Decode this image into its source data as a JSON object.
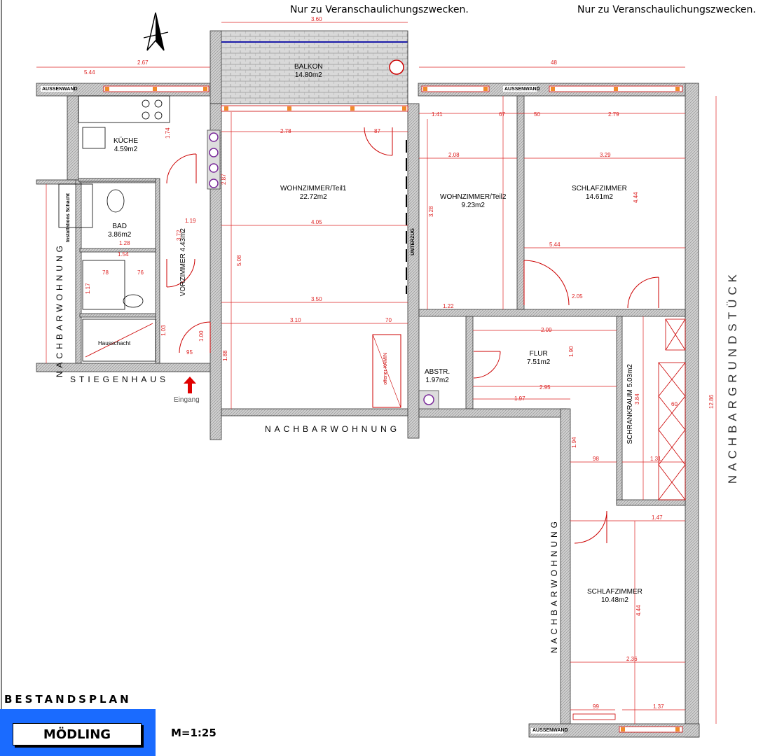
{
  "notices": [
    "Nur zu Veranschaulichungszwecken.",
    "Nur zu Veranschaulichungszwecken."
  ],
  "plan_title": "BESTANDSPLAN",
  "city": "MÖDLING",
  "scale": "M=1:25",
  "entrance": "Eingang",
  "neighbors": {
    "left": "NACHBARWOHNUNG",
    "bottom_middle": "NACHBARWOHNUNG",
    "lower_right": "NACHBARWOHNUNG",
    "plot": "NACHBARGRUNDSTÜCK",
    "stairs": "STIEGENHAUS"
  },
  "rooms": {
    "kueche": {
      "name": "KÜCHE",
      "area": "4.59m2"
    },
    "bad": {
      "name": "BAD",
      "area": "3.86m2"
    },
    "vorzimmer": {
      "name": "VORZIMMER",
      "area": "4.43m2"
    },
    "balkon": {
      "name": "BALKON",
      "area": "14.80m2"
    },
    "wohn1": {
      "name": "WOHNZIMMER/Teil1",
      "area": "22.72m2"
    },
    "wohn2": {
      "name": "WOHNZIMMER/Teil2",
      "area": "9.23m2"
    },
    "schlaf1": {
      "name": "SCHLAFZIMMER",
      "area": "14.61m2"
    },
    "flur": {
      "name": "FLUR",
      "area": "7.51m2"
    },
    "abstr": {
      "name": "ABSTR.",
      "area": "1.97m2"
    },
    "schrank": {
      "name": "SCHRANKRAUM",
      "area": "5.03m2"
    },
    "schlaf2": {
      "name": "SCHLAFZIMMER",
      "area": "10.48m2"
    }
  },
  "labels": {
    "aussenwand": "AUSSENWAND",
    "hausschacht": "Hausschacht",
    "unterzug": "UNTERZUG",
    "installation": "Installations Schacht",
    "offener_kamin": "offener KAMIN"
  },
  "dimensions": [
    "3.60",
    "2.67",
    "48",
    "5.44",
    "1.41",
    "67",
    "50",
    "2.79",
    "2.78",
    "87",
    "2.08",
    "3.29",
    "4.05",
    "3.28",
    "4.44",
    "5.44",
    "3.50",
    "3.10",
    "70",
    "1.22",
    "2.05",
    "2.09",
    "1.90",
    "2.95",
    "1.97",
    "5.08",
    "12.86",
    "1.88",
    "3.72",
    "1.54",
    "1.28",
    "1.19",
    "76",
    "78",
    "1.17",
    "95",
    "1.00",
    "1.03",
    "2.87",
    "1.74",
    "98",
    "1.31",
    "1.94",
    "1.47",
    "2.36",
    "4.44",
    "99",
    "1.37",
    "3.84",
    "60"
  ]
}
